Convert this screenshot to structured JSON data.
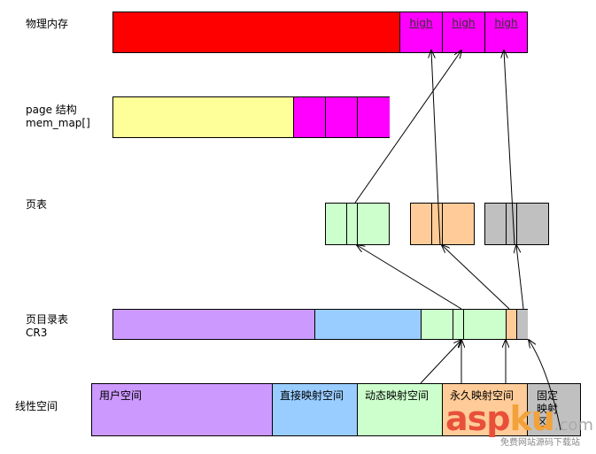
{
  "rows": {
    "physical": "物理内存",
    "page_struct_line1": "page 结构",
    "page_struct_line2": "mem_map[]",
    "page_table": "页表",
    "page_dir_line1": "页目录表",
    "page_dir_line2": "CR3",
    "linear": "线性空间"
  },
  "physical_memory": {
    "high_labels": [
      "high",
      "high",
      "high"
    ]
  },
  "linear_space": {
    "segments": [
      "用户空间",
      "直接映射空间",
      "动态映射空间",
      "永久映射空间",
      "固定映射区"
    ]
  },
  "colors": {
    "red": "#ff0000",
    "magenta": "#ff00ff",
    "yellow": "#ffff99",
    "purple": "#cc99ff",
    "blue": "#99ccff",
    "green": "#ccffcc",
    "orange": "#ffcc99",
    "gray": "#c0c0c0"
  },
  "watermark": {
    "brand_a": "asp",
    "brand_b": "ku",
    "domain": ".com",
    "tagline": "免费网站源码下载站"
  }
}
